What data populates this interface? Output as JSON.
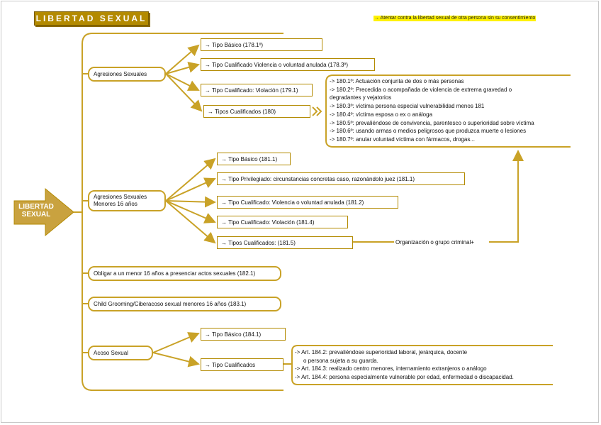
{
  "title": "LIBERTAD SEXUAL",
  "top_note": "→ Atentar contra la libertad sexual de otra persona sin su consentimiento",
  "main_arrow_label": "LIBERTAD SEXUAL",
  "agresiones": {
    "label": "Agresiones Sexuales",
    "items": [
      "→ Tipo Básico (178.1º)",
      "→ Tipo Cualificado Violencia o voluntad anulada (178.3º)",
      "→ Tipo Cualificado: Violación (179.1)",
      "→ Tipos Cualificados (180)"
    ],
    "cualificados_notes": [
      "-> 180.1º: Actuación conjunta de dos o más personas",
      "-> 180.2º: Precedida o acompañada de violencia de extrema gravedad o",
      "degradantes y vejatorios",
      "-> 180.3º: víctima persona especial vulnerabilidad menos 181",
      "-> 180.4º: víctima esposa o ex o análoga",
      "-> 180.5º: prevaliéndose de convivencia, parentesco o superioridad sobre víctima",
      "-> 180.6º: usando armas o medios peligrosos que produzca muerte o lesiones",
      "-> 180.7º: anular voluntad víctima con fármacos, drogas..."
    ]
  },
  "menores": {
    "label_line1": "Agresiones Sexuales",
    "label_line2": "Menores 16 años",
    "items": [
      "→ Tipo Básico (181.1)",
      "→ Tipo Privilegiado: circunstancias concretas caso, razonándolo juez (181.1)",
      "→ Tipo Cualificado: Violencia o voluntad anulada (181.2)",
      "→ Tipo Cualificado: Violación (181.4)",
      "→ Tipos Cualificados: (181.5)"
    ],
    "extra": "Organización o grupo criminal+"
  },
  "obligar": "Obligar a un menor 16 años a presenciar actos sexuales (182.1)",
  "grooming": "Child Grooming/Ciberacoso sexual menores 16 años (183.1)",
  "acoso": {
    "label": "Acoso Sexual",
    "items": [
      "→ Tipo Básico (184.1)",
      "→ Tipo Cualificados"
    ],
    "notes": [
      "-> Art. 184.2: prevaliéndose superioridad laboral, jerárquica, docente",
      "o persona sujeta a su guarda.",
      "-> Art. 184.3: realizado centro menores, internamiento extranjeros o análogo",
      "-> Art. 184.4: persona especialmente vulnerable por edad, enfermedad o discapacidad."
    ]
  },
  "colors": {
    "gold": "#b38a00",
    "gold_light": "#c9a227",
    "arrow_fill": "#c9a23f",
    "note_highlight": "#fff200"
  }
}
